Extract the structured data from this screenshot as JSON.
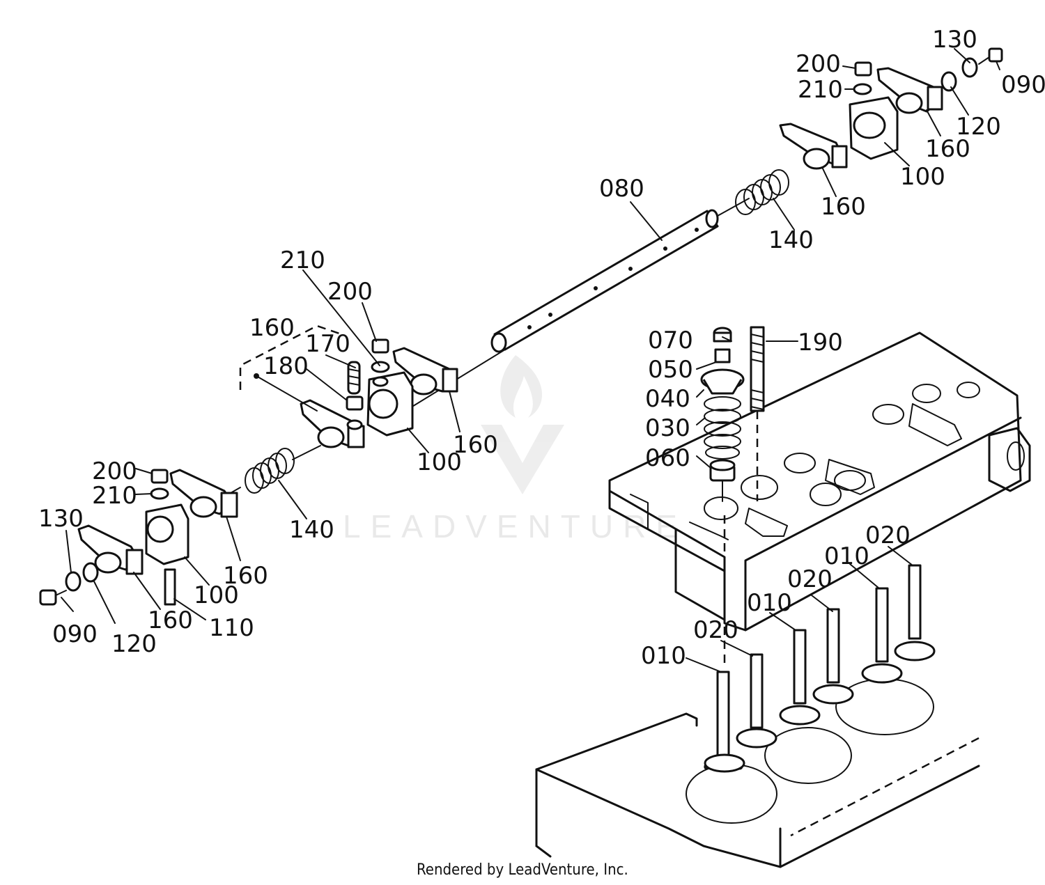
{
  "diagram": {
    "callouts": [
      {
        "id": "c130a",
        "text": "130"
      },
      {
        "id": "c200a",
        "text": "200"
      },
      {
        "id": "c090a",
        "text": "090"
      },
      {
        "id": "c210a",
        "text": "210"
      },
      {
        "id": "c120a",
        "text": "120"
      },
      {
        "id": "c160a",
        "text": "160"
      },
      {
        "id": "c100a",
        "text": "100"
      },
      {
        "id": "c080",
        "text": "080"
      },
      {
        "id": "c160b",
        "text": "160"
      },
      {
        "id": "c140a",
        "text": "140"
      },
      {
        "id": "c210b",
        "text": "210"
      },
      {
        "id": "c200b",
        "text": "200"
      },
      {
        "id": "c160c",
        "text": "160"
      },
      {
        "id": "c170",
        "text": "170"
      },
      {
        "id": "c180",
        "text": "180"
      },
      {
        "id": "c070",
        "text": "070"
      },
      {
        "id": "c190",
        "text": "190"
      },
      {
        "id": "c050",
        "text": "050"
      },
      {
        "id": "c040",
        "text": "040"
      },
      {
        "id": "c030",
        "text": "030"
      },
      {
        "id": "c060",
        "text": "060"
      },
      {
        "id": "c160d",
        "text": "160"
      },
      {
        "id": "c100b",
        "text": "100"
      },
      {
        "id": "c200c",
        "text": "200"
      },
      {
        "id": "c210c",
        "text": "210"
      },
      {
        "id": "c130b",
        "text": "130"
      },
      {
        "id": "c140b",
        "text": "140"
      },
      {
        "id": "c160e",
        "text": "160"
      },
      {
        "id": "c100c",
        "text": "100"
      },
      {
        "id": "c090b",
        "text": "090"
      },
      {
        "id": "c120b",
        "text": "120"
      },
      {
        "id": "c160f",
        "text": "160"
      },
      {
        "id": "c110",
        "text": "110"
      },
      {
        "id": "c020a",
        "text": "020"
      },
      {
        "id": "c010a",
        "text": "010"
      },
      {
        "id": "c020b",
        "text": "020"
      },
      {
        "id": "c010b",
        "text": "010"
      },
      {
        "id": "c020c",
        "text": "020"
      },
      {
        "id": "c010c",
        "text": "010"
      }
    ],
    "footer": "Rendered by LeadVenture, Inc.",
    "watermark": "LEADVENTURE",
    "colors": {
      "ink": "#111111",
      "watermark": "#e9e9e9",
      "background": "#ffffff"
    }
  }
}
